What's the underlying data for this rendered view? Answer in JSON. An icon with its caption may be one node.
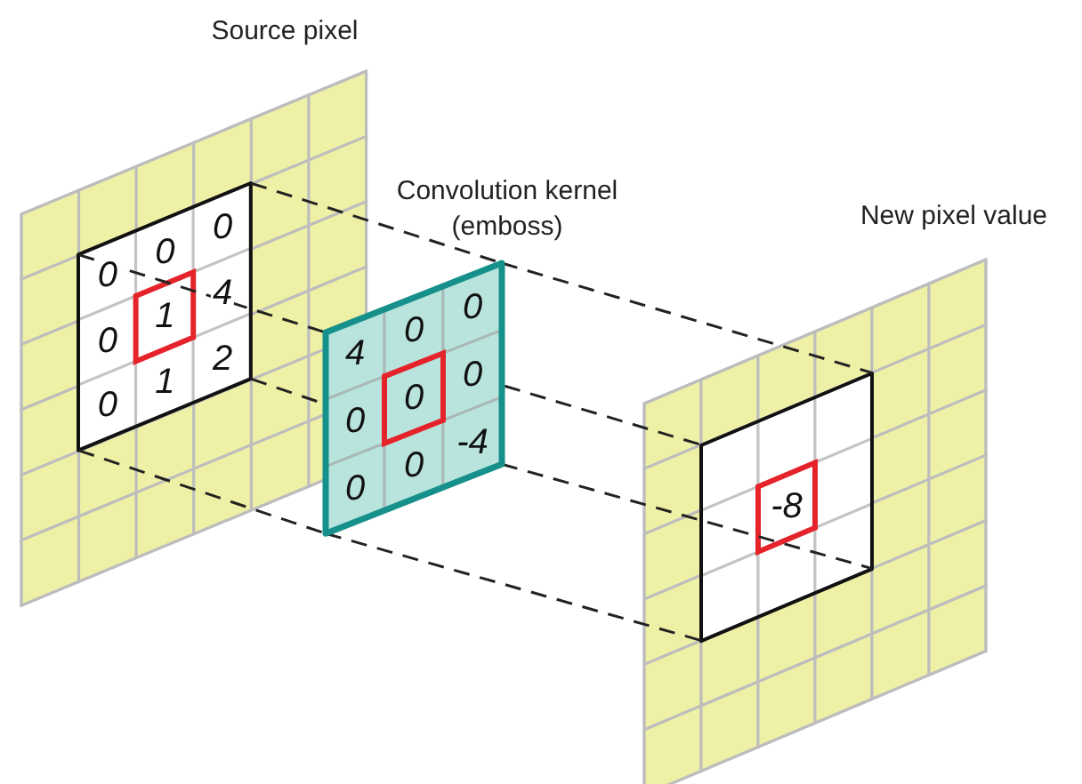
{
  "diagram": {
    "nodes": [
      {
        "text": [
          "Source pixel"
        ]
      },
      {
        "text": [
          "0",
          "0",
          "0",
          "0",
          "1",
          "4",
          "0",
          "1",
          "2"
        ],
        "in": 0
      },
      {
        "text": [
          "Convolution kernel (emboss)",
          "4",
          "0",
          "0",
          "0",
          "0",
          "0",
          "0",
          "0",
          "-4"
        ]
      },
      {
        "text": [
          "New pixel value"
        ]
      },
      {
        "text": [
          "-8"
        ],
        "in": 3
      }
    ],
    "edges": [
      {
        "from": 1,
        "to": 2,
        "arrow": "none",
        "style": "dashed"
      },
      {
        "from": 1,
        "to": 2,
        "arrow": "none",
        "style": "dashed"
      },
      {
        "from": 1,
        "to": 2,
        "arrow": "none",
        "style": "dashed"
      },
      {
        "from": 1,
        "to": 2,
        "arrow": "none",
        "style": "dashed"
      },
      {
        "from": 2,
        "to": 4,
        "arrow": "none",
        "style": "dashed"
      },
      {
        "from": 2,
        "to": 4,
        "arrow": "none",
        "style": "dashed"
      },
      {
        "from": 2,
        "to": 4,
        "arrow": "none",
        "style": "dashed"
      },
      {
        "from": 2,
        "to": 4,
        "arrow": "none",
        "style": "dashed"
      }
    ]
  }
}
